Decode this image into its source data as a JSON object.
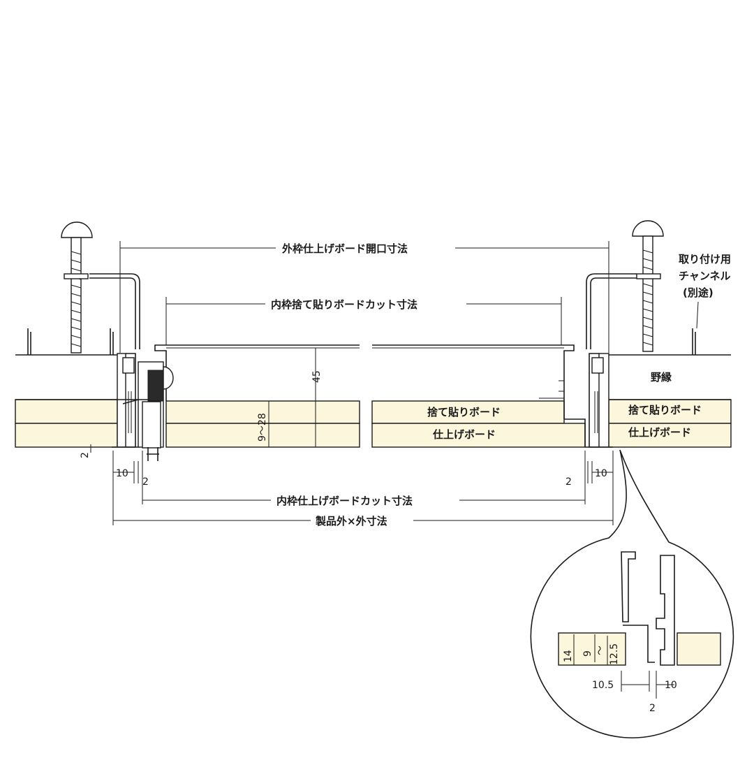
{
  "colors": {
    "board_fill": "#fbf6dc",
    "line": "#1a1a1a",
    "background": "#ffffff"
  },
  "labels": {
    "outer_frame_opening": "外枠仕上げボード開口寸法",
    "inner_frame_sacrificial_cut": "内枠捨て貼りボードカット寸法",
    "inner_frame_finish_cut": "内枠仕上げボードカット寸法",
    "product_outer_size": "製品外×外寸法",
    "channel_line1": "取り付け用",
    "channel_line2": "チャンネル",
    "channel_line3": "(別途)",
    "nobuchi": "野縁",
    "sacrificial_board_center": "捨て貼りボード",
    "finish_board_center": "仕上げボード",
    "sacrificial_board_right": "捨て貼りボード",
    "finish_board_right": "仕上げボード"
  },
  "dims": {
    "height_45": "45",
    "board_range": "9～28",
    "gap_2_left": "2",
    "d10_left": "10",
    "d2_left_bottom": "2",
    "d2_right_bottom": "2",
    "d10_right": "10",
    "detail_14": "14",
    "detail_9": "9",
    "detail_tilde": "～",
    "detail_12_5": "12.5",
    "detail_10_5": "10.5",
    "detail_10": "10",
    "detail_2": "2"
  }
}
